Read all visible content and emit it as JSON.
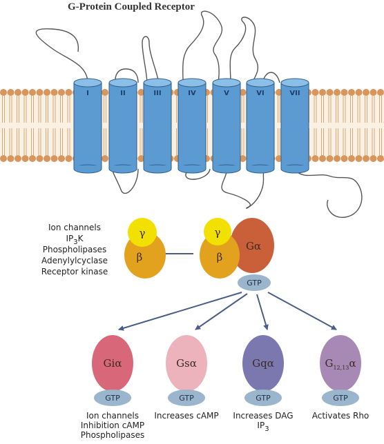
{
  "title": "G-Protein Coupled Receptor",
  "helices": [
    "I",
    "II",
    "III",
    "IV",
    "V",
    "VI",
    "VII"
  ],
  "effectors_left": [
    "Ion channels",
    "IP",
    "Phospholipases",
    "Adenylylcyclase",
    "Receptor kinase"
  ],
  "ip3k": {
    "base": "IP",
    "sub": "3",
    "suffix": "K"
  },
  "gamma": "γ",
  "beta": "β",
  "galpha": "Gα",
  "gtp": "GTP",
  "subunits": [
    {
      "main": "Gi",
      "alpha": "α",
      "sub": "",
      "color": "#d9677a"
    },
    {
      "main": "Gs",
      "alpha": "α",
      "sub": "",
      "color": "#ecb3bd"
    },
    {
      "main": "Gq",
      "alpha": "α",
      "sub": "",
      "color": "#7b78b0"
    },
    {
      "main": "G",
      "alpha": "α",
      "sub": "12,13",
      "color": "#a889b6"
    }
  ],
  "bottom_labels": [
    [
      "Ion channels",
      "Inhibition cAMP",
      "Phospholipases"
    ],
    [
      "Increases cAMP"
    ],
    [
      "Increases DAG",
      "IP3"
    ],
    [
      "Activates Rho"
    ]
  ],
  "colors": {
    "helix": "#5b9bd1",
    "helix_top": "#8cbfe8",
    "lipid_head": "#d8955c",
    "lipid_band": "#f2d9b8",
    "gamma": "#f2e100",
    "beta": "#e2a21e",
    "galpha": "#c9603a",
    "gtp": "#9ab5cc",
    "arrow": "#4a5d86"
  }
}
